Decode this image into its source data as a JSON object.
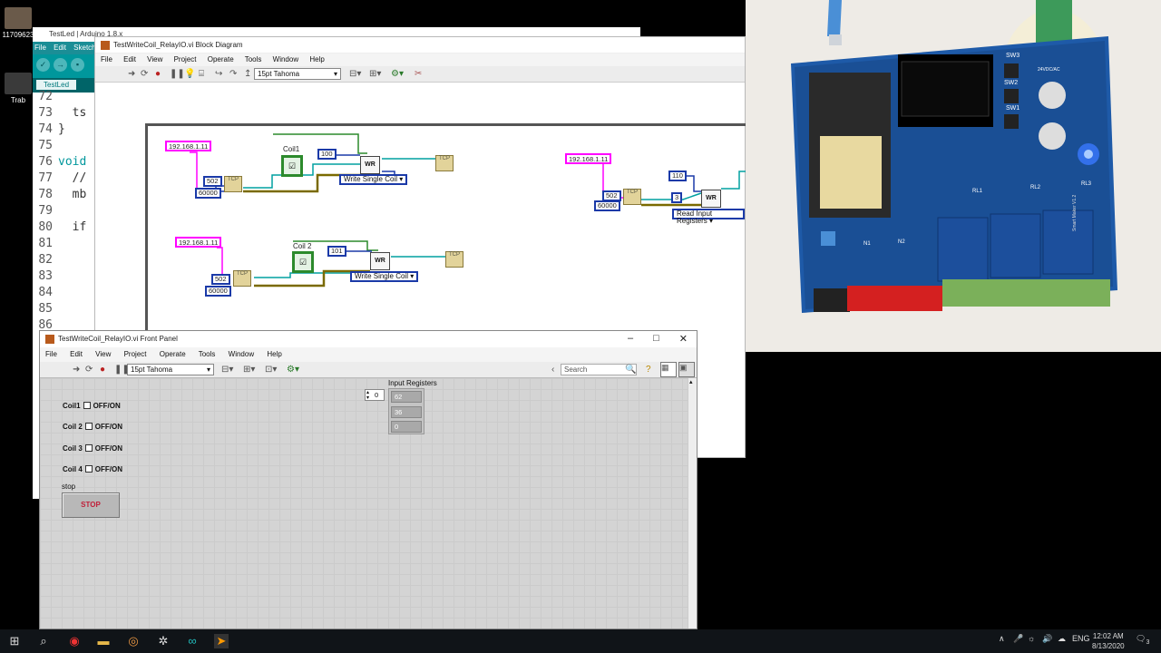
{
  "desktop": {
    "icons": [
      {
        "label": "11709623"
      },
      {
        "label": "Trab"
      }
    ]
  },
  "arduino": {
    "title": "TestLed | Arduino 1.8.x",
    "menu": [
      "File",
      "Edit",
      "Sketch"
    ],
    "tab": "TestLed",
    "lines": [
      {
        "n": "72",
        "code": ""
      },
      {
        "n": "73",
        "code": "  ts"
      },
      {
        "n": "74",
        "code": "}"
      },
      {
        "n": "75",
        "code": ""
      },
      {
        "n": "76",
        "code": "void"
      },
      {
        "n": "77",
        "code": "  //"
      },
      {
        "n": "78",
        "code": "  mb"
      },
      {
        "n": "79",
        "code": ""
      },
      {
        "n": "80",
        "code": "  if"
      },
      {
        "n": "81",
        "code": ""
      },
      {
        "n": "82",
        "code": ""
      },
      {
        "n": "83",
        "code": ""
      },
      {
        "n": "84",
        "code": ""
      },
      {
        "n": "85",
        "code": ""
      },
      {
        "n": "86",
        "code": ""
      }
    ]
  },
  "block_diagram": {
    "title": "TestWriteCoil_RelayIO.vi Block Diagram",
    "menu": [
      "File",
      "Edit",
      "View",
      "Project",
      "Operate",
      "Tools",
      "Window",
      "Help"
    ],
    "font": "15pt Tahoma",
    "group1": {
      "ip": "192.168.1.11",
      "port": "502",
      "timeout": "60000",
      "coil_label": "Coil1",
      "address": "100",
      "function": "Write Single Coil"
    },
    "group2": {
      "ip": "192.168.1.11",
      "port": "502",
      "timeout": "60000",
      "coil_label": "Coil 2",
      "address": "101",
      "function": "Write Single Coil"
    },
    "group3": {
      "ip": "192.168.1.11",
      "port": "502",
      "timeout": "60000",
      "address": "110",
      "count": "3",
      "function": "Read Input Registers"
    },
    "node_label": "WR"
  },
  "front_panel": {
    "title": "TestWriteCoil_RelayIO.vi Front Panel",
    "menu": [
      "File",
      "Edit",
      "View",
      "Project",
      "Operate",
      "Tools",
      "Window",
      "Help"
    ],
    "font": "15pt Tahoma",
    "search_placeholder": "Search",
    "coils": [
      {
        "label": "Coil1",
        "state": "OFF/ON"
      },
      {
        "label": "Coil 2",
        "state": "OFF/ON"
      },
      {
        "label": "Coil 3",
        "state": "OFF/ON"
      },
      {
        "label": "Coil 4",
        "state": "OFF/ON"
      }
    ],
    "stop_label": "stop",
    "stop_button": "STOP",
    "registers_label": "Input Registers",
    "registers_index": "0",
    "registers": [
      "62",
      "36",
      "0"
    ]
  },
  "photo": {
    "board_labels": [
      "SW3",
      "SW2",
      "SW1",
      "24VDC/AC",
      "RL1",
      "RL2",
      "RL3",
      "N1",
      "N2",
      "Smart Maker V1.2"
    ]
  },
  "taskbar": {
    "language": "ENG",
    "time": "12:02 AM",
    "date": "8/13/2020",
    "notification_count": "3"
  },
  "colors": {
    "arduino_teal": "#00979c",
    "labview_pink": "#ff00ff",
    "labview_blue": "#1b3aa8",
    "labview_green": "#2c8a2c",
    "stop_red": "#c0203a"
  }
}
